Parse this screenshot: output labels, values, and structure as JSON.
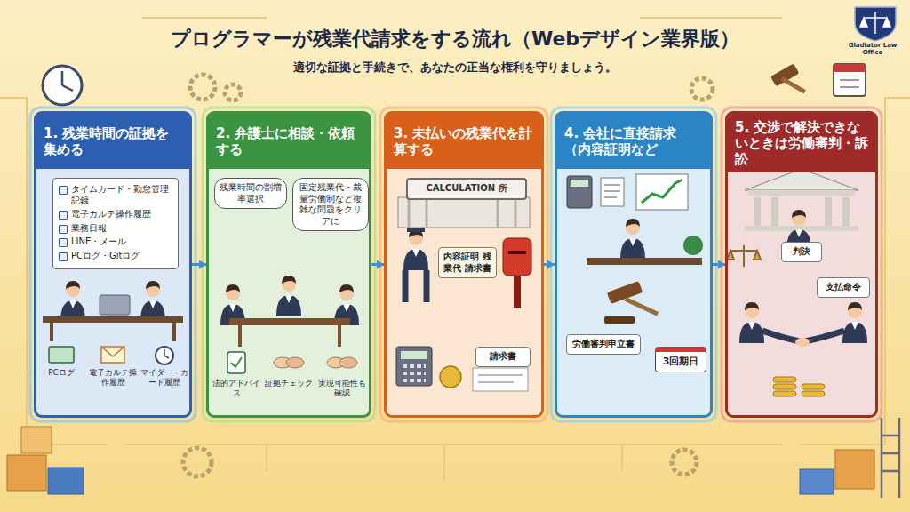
{
  "diagram": {
    "title": "プログラマーが残業代請求をする流れ（Webデザイン業界版）",
    "nodes": [
      {
        "text": [
          "1. 残業時間の証拠を集める"
        ]
      },
      {
        "text": [
          "タイムカード・勤怠管理記録",
          "電子カルテ操作履歴",
          "業務日報",
          "LINE・メール",
          "PCログ・Gitログ"
        ],
        "in": 0
      },
      {
        "text": [
          "2. 弁護士に相談・依頼する"
        ]
      },
      {
        "text": [
          "残業時間の割増率選択"
        ],
        "in": 2
      },
      {
        "text": [
          "固定残業代・裁量労働制など複雑な問題をクリアに"
        ],
        "in": 2
      },
      {
        "text": [
          "3. 未払いの残業代を計算する"
        ]
      },
      {
        "text": [
          "CALCULATION 所"
        ],
        "in": 5
      },
      {
        "text": [
          "内容証明 残業代 請求書"
        ],
        "in": 5
      },
      {
        "text": [
          "請求書"
        ],
        "in": 5
      },
      {
        "text": [
          "4. 会社に直接請求（内容証明など"
        ]
      },
      {
        "text": [
          "労働審判申立書"
        ],
        "in": 9
      },
      {
        "text": [
          "3回期日"
        ],
        "in": 9
      },
      {
        "text": [
          "5. 交渉で解決できないときは労働審判・訴訟"
        ]
      },
      {
        "text": [
          "判決"
        ],
        "in": 12
      },
      {
        "text": [
          "支払命令"
        ],
        "in": 12
      }
    ],
    "edges": [
      {
        "from": 0,
        "to": 2,
        "arrow": "to"
      },
      {
        "from": 2,
        "to": 5,
        "arrow": "to"
      },
      {
        "from": 5,
        "to": 9,
        "arrow": "to"
      },
      {
        "from": 9,
        "to": 12,
        "arrow": "to"
      }
    ],
    "labels": [
      "適切な証拠と手続きで、あなたの正当な権利を守りましょう。",
      "Gladiator Law Office",
      "PCログ",
      "電子カルテ操作履歴",
      "マイダー・カード履歴",
      "法的アドバイス",
      "証拠チェック",
      "実現可能性も確認"
    ]
  }
}
